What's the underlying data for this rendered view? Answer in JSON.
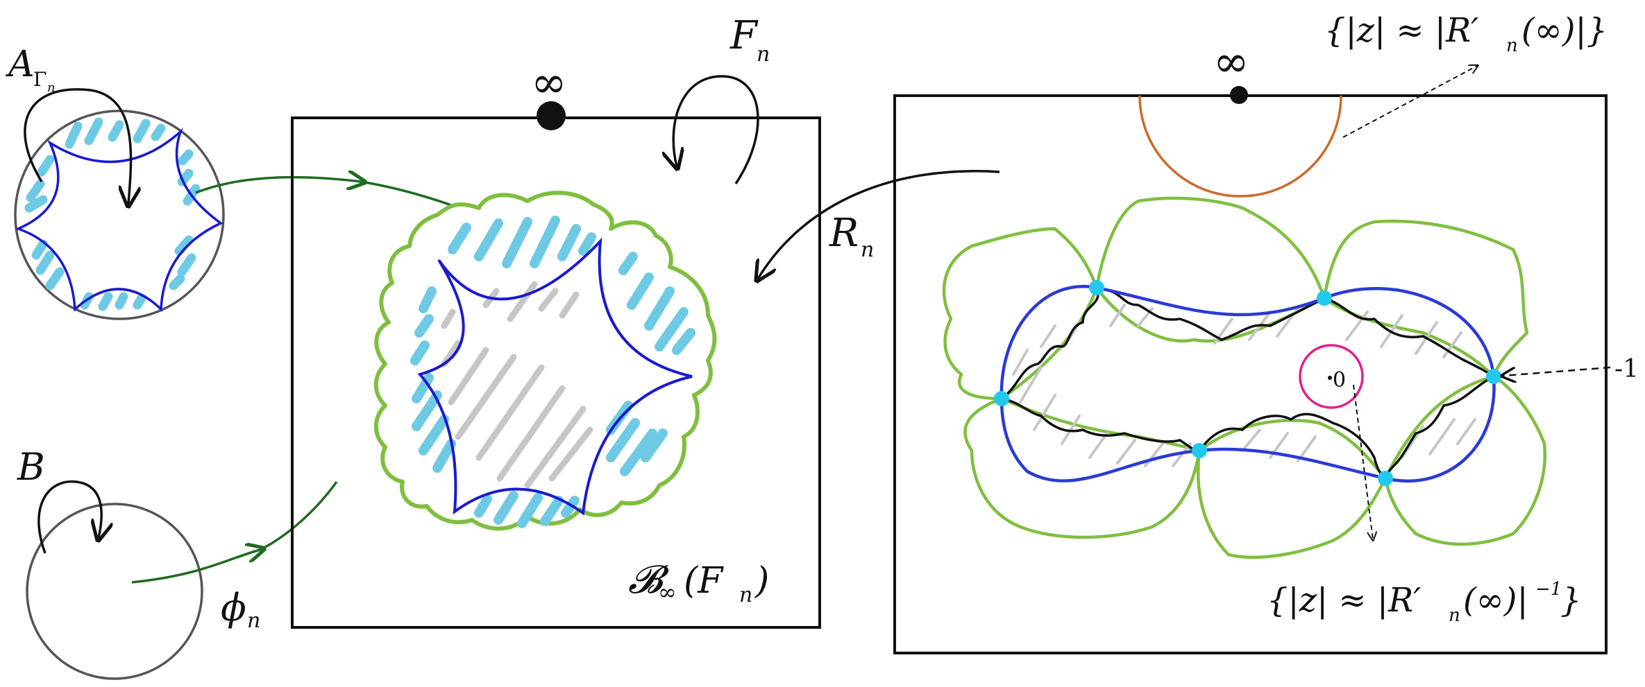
{
  "labels": {
    "A_base": "A",
    "A_sub": "Γ",
    "A_subsub": "n",
    "B": "B",
    "phi": "ϕ",
    "phi_sub": "n",
    "F": "F",
    "F_sub": "n",
    "R": "R",
    "R_sub": "n",
    "basin": "𝓑",
    "basin_sub": "∞",
    "basin_arg": "(F",
    "basin_arg_sub": "n",
    "basin_close": ")",
    "infinity_left": "∞",
    "infinity_right": "∞",
    "top_set": "{|z| ≈ |R′",
    "top_set_sub": "n",
    "top_set_end": "(∞)|}",
    "bottom_set": "{|z| ≈ |R′",
    "bottom_set_sub": "n",
    "bottom_set_end": "(∞)|",
    "bottom_set_sup": "−1",
    "bottom_set_close": "}",
    "minus_one": "-1",
    "zero": "0"
  },
  "colors": {
    "blue": "#1a1ad0",
    "light_blue": "#6ecae4",
    "green": "#7fbf3f",
    "dark_green": "#1f6b1f",
    "gray": "#c6c6c6",
    "orange": "#cc6a2a",
    "magenta": "#e0208c",
    "cyan_dot": "#22c8ee",
    "black": "#111111"
  }
}
